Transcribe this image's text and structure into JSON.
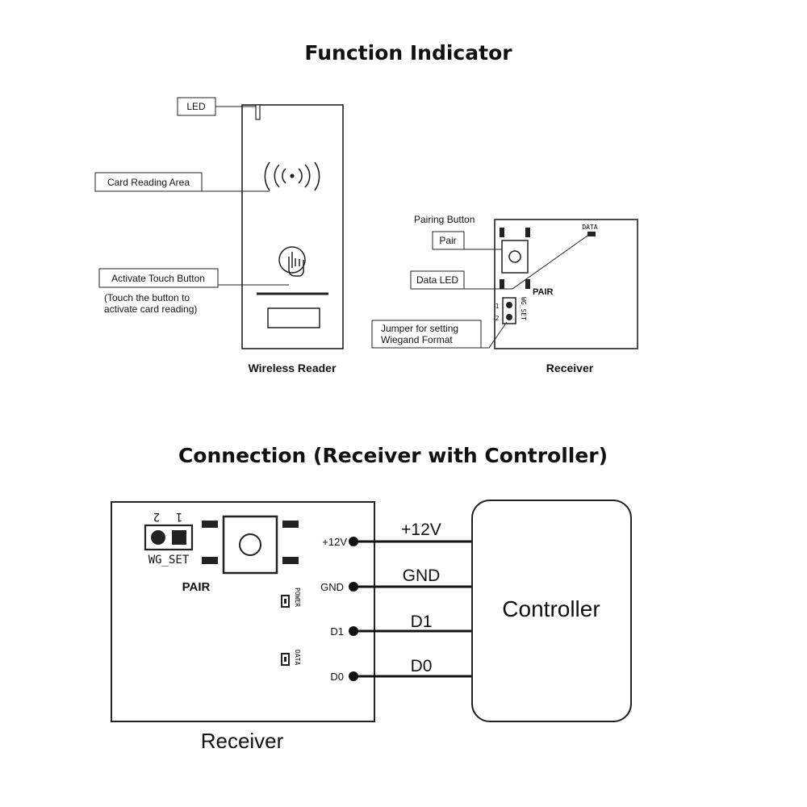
{
  "function_indicator": {
    "title": "Function Indicator",
    "reader": {
      "caption": "Wireless Reader",
      "led_label": "LED",
      "card_area_label": "Card Reading Area",
      "touch_label": "Activate Touch Button",
      "touch_note_line1": "(Touch the button to",
      "touch_note_line2": "activate card reading)"
    },
    "receiver": {
      "caption": "Receiver",
      "pairing_heading": "Pairing Button",
      "pair_label": "Pair",
      "data_led_label": "Data LED",
      "jumper_line1": "Jumper for setting",
      "jumper_line2": "Wiegand Format",
      "board_data_text": "DATA",
      "board_pair_text": "PAIR",
      "board_wgset_text": "WG_SET",
      "pin1": "1",
      "pin2": "2"
    }
  },
  "connection": {
    "title": "Connection (Receiver with Controller)",
    "receiver_caption": "Receiver",
    "controller_label": "Controller",
    "wg_set_label": "WG_SET",
    "pair_label": "PAIR",
    "jumper_pin2": "2",
    "jumper_pin1": "1",
    "power_led_text": "POWER",
    "data_led_text": "DATA",
    "terminals": [
      {
        "pin": "+12V",
        "wire": "+12V"
      },
      {
        "pin": "GND",
        "wire": "GND"
      },
      {
        "pin": "D1",
        "wire": "D1"
      },
      {
        "pin": "D0",
        "wire": "D0"
      }
    ]
  }
}
